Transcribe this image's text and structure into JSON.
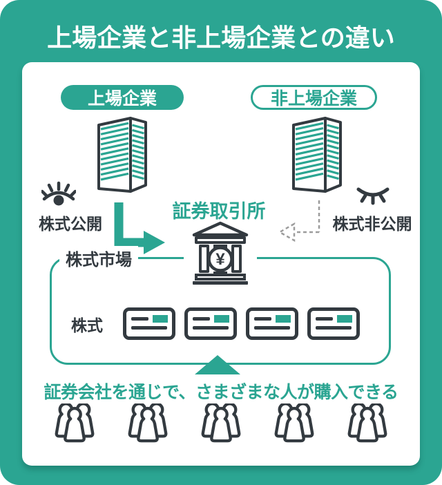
{
  "title": "上場企業と非上場企業との違い",
  "listed": {
    "label": "上場企業",
    "status_label": "株式公開"
  },
  "unlisted": {
    "label": "非上場企業",
    "status_label": "株式非公開"
  },
  "exchange": {
    "label": "証券取引所",
    "currency_symbol": "¥"
  },
  "market": {
    "label": "株式市場",
    "stock_label": "株式"
  },
  "caption": "証券会社を通じで、さまざまな人が購入できる",
  "colors": {
    "teal": "#2BA592",
    "dark": "#333A40",
    "dashed_gray": "#9C9C9C",
    "background": "#2BA592",
    "card": "#FFFFFF"
  }
}
